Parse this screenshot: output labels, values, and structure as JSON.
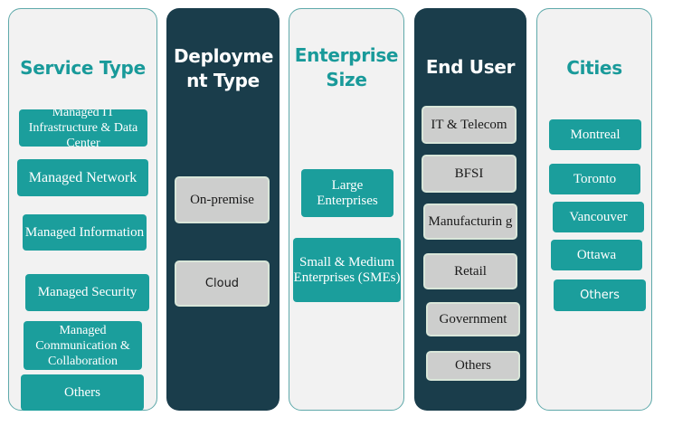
{
  "columns": {
    "service_type": {
      "title": "Service Type",
      "items": [
        "Managed IT Infrastructure & Data Center",
        "Managed Network",
        "Managed Information",
        "Managed Security",
        "Managed Communication & Collaboration",
        "Others"
      ]
    },
    "deployment_type": {
      "title": "Deployme nt Type",
      "items": [
        "On-premise",
        "Cloud"
      ]
    },
    "enterprise_size": {
      "title": "Enterprise Size",
      "items": [
        "Large Enterprises",
        "Small & Medium Enterprises (SMEs)"
      ]
    },
    "end_user": {
      "title": "End User",
      "items": [
        "IT & Telecom",
        "BFSI",
        "Manufacturin g",
        "Retail",
        "Government",
        "Others"
      ]
    },
    "cities": {
      "title": "Cities",
      "items": [
        "Montreal",
        "Toronto",
        "Vancouver",
        "Ottawa",
        "Others"
      ]
    }
  },
  "colors": {
    "teal": "#1b9e9c",
    "dark_navy": "#1a3d4b",
    "panel_grey": "#f2f2f2",
    "box_grey": "#cdcecd"
  }
}
